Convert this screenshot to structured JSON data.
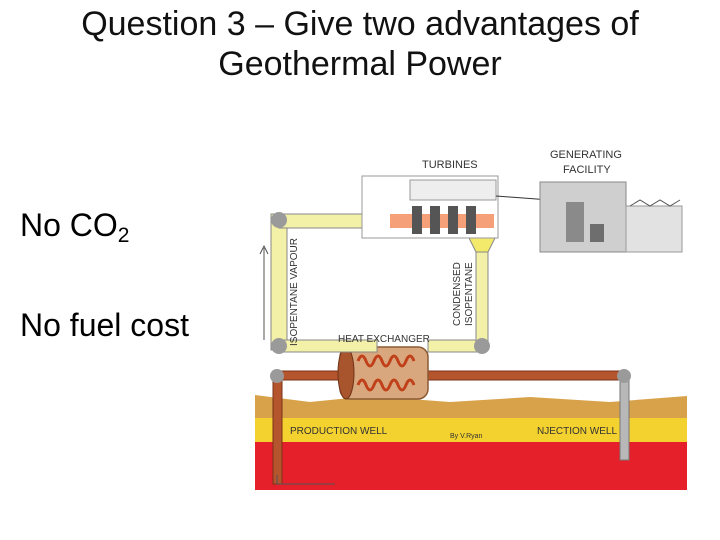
{
  "slide": {
    "title_line1": "Question 3 –  Give two advantages of",
    "title_line2": "Geothermal Power"
  },
  "answers": {
    "item1_text": "No CO",
    "item1_subscript": "2",
    "item2_text": "No fuel cost"
  },
  "diagram": {
    "labels": {
      "turbines": "TURBINES",
      "generating_facility_line1": "GENERATING",
      "generating_facility_line2": "FACILITY",
      "isopentane_vapour": "ISOPENTANE VAPOUR",
      "condensed_line1": "CONDENSED",
      "condensed_line2": "ISOPENTANE",
      "heat_exchanger": "HEAT EXCHANGER",
      "production_well": "PRODUCTION WELL",
      "injection_well": "NJECTION WELL",
      "credit": "By V.Ryan"
    },
    "colors": {
      "vapour_pipe": "#f3f0a8",
      "hot_pipe": "#b5552e",
      "ground_top": "#d8a24a",
      "ground_yellow": "#f3d12f",
      "ground_red": "#e5202a",
      "pipe_grey": "#b8b8b8"
    }
  }
}
